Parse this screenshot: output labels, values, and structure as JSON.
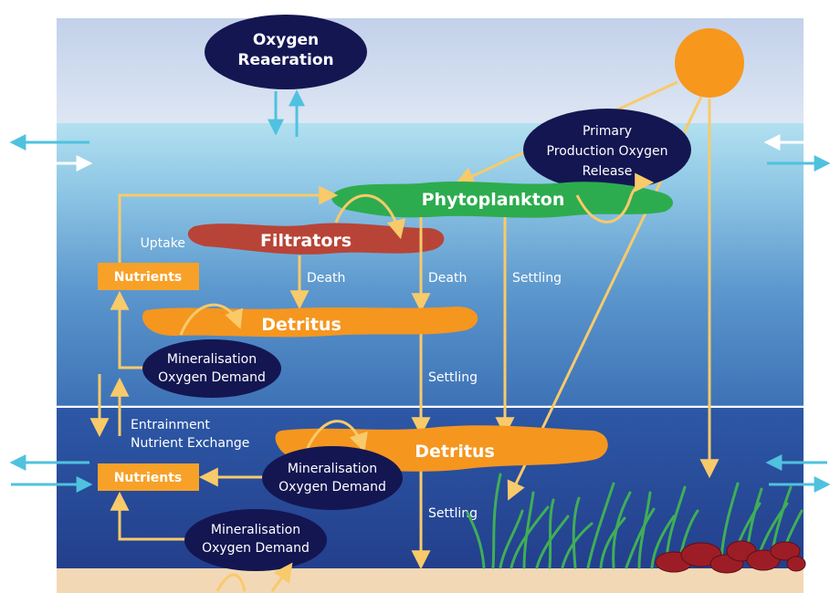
{
  "colors": {
    "sky_top": "#c7d6ec",
    "sky_bottom": "#dfe7f4",
    "water_top": "#a6d6ea",
    "water_mid": "#4a86c2",
    "water_deep": "#243f91",
    "sediment": "#f3d8b5",
    "oval": "#141652",
    "sun": "#f7971c",
    "arrow": "#f8ca6a",
    "phytoplankton": "#2dac4f",
    "filtrators": "#b84437",
    "detritus": "#f5961f",
    "nutrients": "#f7a128",
    "exchange_cyan": "#4fc2df"
  },
  "diagram": {
    "oxygen_reaeration": [
      "Oxygen",
      "Reaeration"
    ],
    "primary_production": [
      "Primary",
      "Production Oxygen",
      "Release"
    ],
    "phytoplankton": "Phytoplankton",
    "filtrators": "Filtrators",
    "detritus_upper": "Detritus",
    "detritus_lower": "Detritus",
    "nutrients_upper": "Nutrients",
    "nutrients_lower": "Nutrients",
    "mineralisation_upper": [
      "Mineralisation",
      "Oxygen Demand"
    ],
    "mineralisation_middle": [
      "Mineralisation",
      "Oxygen Demand"
    ],
    "mineralisation_lower": [
      "Mineralisation",
      "Oxygen Demand"
    ],
    "uptake": "Uptake",
    "death_1": "Death",
    "death_2": "Death",
    "settling_1": "Settling",
    "settling_2": "Settling",
    "settling_3": "Settling",
    "entrainment": [
      "Entrainment",
      "Nutrient Exchange"
    ]
  }
}
